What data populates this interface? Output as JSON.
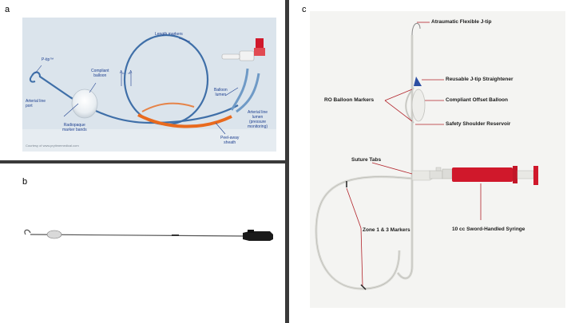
{
  "panels": {
    "a": {
      "letter": "a",
      "labels": {
        "p_tip": "P-tip™",
        "compliant_balloon": "Compliant\nballoon",
        "arterial_line_port": "Arterial line\nport",
        "radiopaque_marker_bands": "Radiopaque\nmarker bands",
        "length_markers": "Length markers",
        "a_marker_1": "A",
        "a_marker_2": "A",
        "balloon_lumen": "Balloon\nlumen",
        "arterial_line_lumen": "Arterial line\nlumen\n(pressure\nmonitoring)",
        "peel_away_sheath": "Peel-away\nsheath",
        "credit": "Courtesy of www.prytimemedical.com"
      }
    },
    "b": {
      "letter": "b"
    },
    "c": {
      "letter": "c",
      "labels": {
        "atraumatic_tip": "Atraumatic Flexible J-tip",
        "j_tip_straightener": "Reusable J-tip Straightener",
        "ro_balloon_markers": "RO Balloon Markers",
        "compliant_offset_balloon": "Compliant Offset Balloon",
        "safety_shoulder_reservoir": "Safety Shoulder Reservoir",
        "suture_tabs": "Suture Tabs",
        "zone_markers": "Zone 1 & 3 Markers",
        "syringe": "10 cc Sword-Handled Syringe"
      }
    }
  },
  "colors": {
    "divider": "#3a3a3a",
    "panel_a_bg": "#dde6ee",
    "catheter_blue": "#3f6fa8",
    "sheath_orange": "#e96a1e",
    "annotation_red": "#b2232a",
    "syringe_red": "#d0182b",
    "label_blue": "#1d3f8f"
  }
}
